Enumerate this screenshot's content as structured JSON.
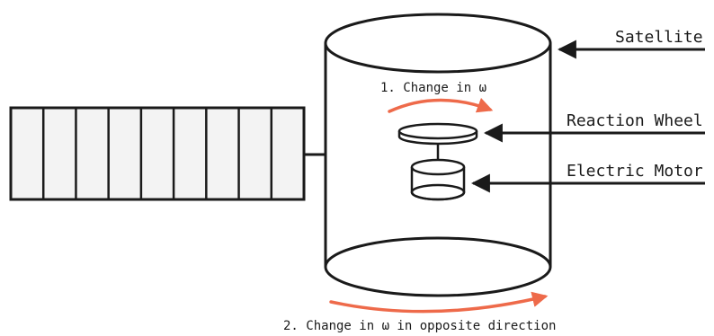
{
  "labels": {
    "satellite": "Satellite",
    "reaction_wheel": "Reaction Wheel",
    "electric_motor": "Electric Motor",
    "change_1": "1. Change in ω",
    "change_2": "2. Change in ω in opposite direction"
  },
  "colors": {
    "stroke": "#1a1a1a",
    "panel_fill": "#f3f3f3",
    "rotation_arrow": "#ee6a4a"
  },
  "solar_panel": {
    "cell_count": 9
  }
}
